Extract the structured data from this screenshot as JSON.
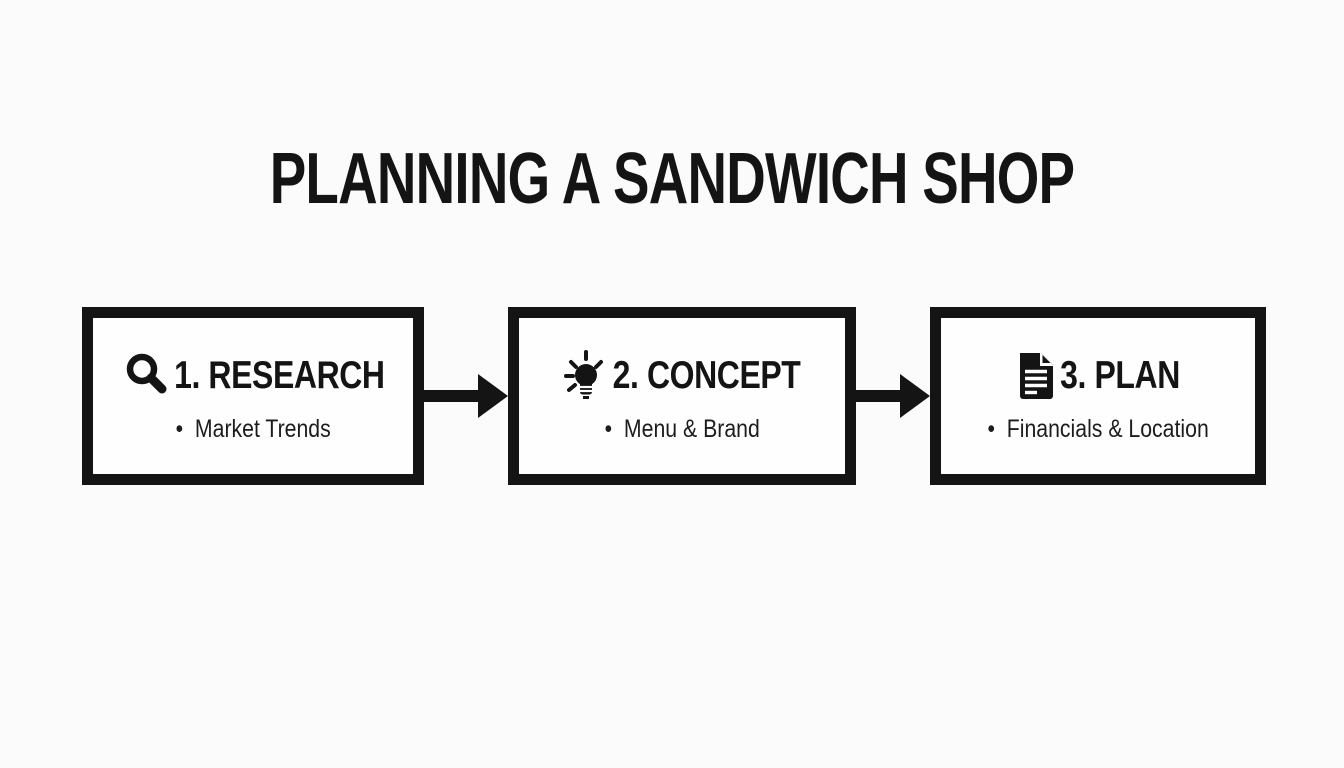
{
  "title": "PLANNING A SANDWICH SHOP",
  "colors": {
    "ink": "#141414",
    "background": "#fbfbfb",
    "box_fill": "#fefefe"
  },
  "steps": [
    {
      "icon": "magnifier-icon",
      "heading": "1. RESEARCH",
      "bullet_line": "•  Market Trends"
    },
    {
      "icon": "lightbulb-icon",
      "heading": "2. CONCEPT",
      "bullet_line": "•  Menu & Brand"
    },
    {
      "icon": "document-icon",
      "heading": "3. PLAN",
      "bullet_line": "•  Financials & Location"
    }
  ],
  "arrows": [
    {
      "from": "1. RESEARCH",
      "to": "2. CONCEPT",
      "direction": "right"
    },
    {
      "from": "2. CONCEPT",
      "to": "3. PLAN",
      "direction": "right"
    }
  ]
}
